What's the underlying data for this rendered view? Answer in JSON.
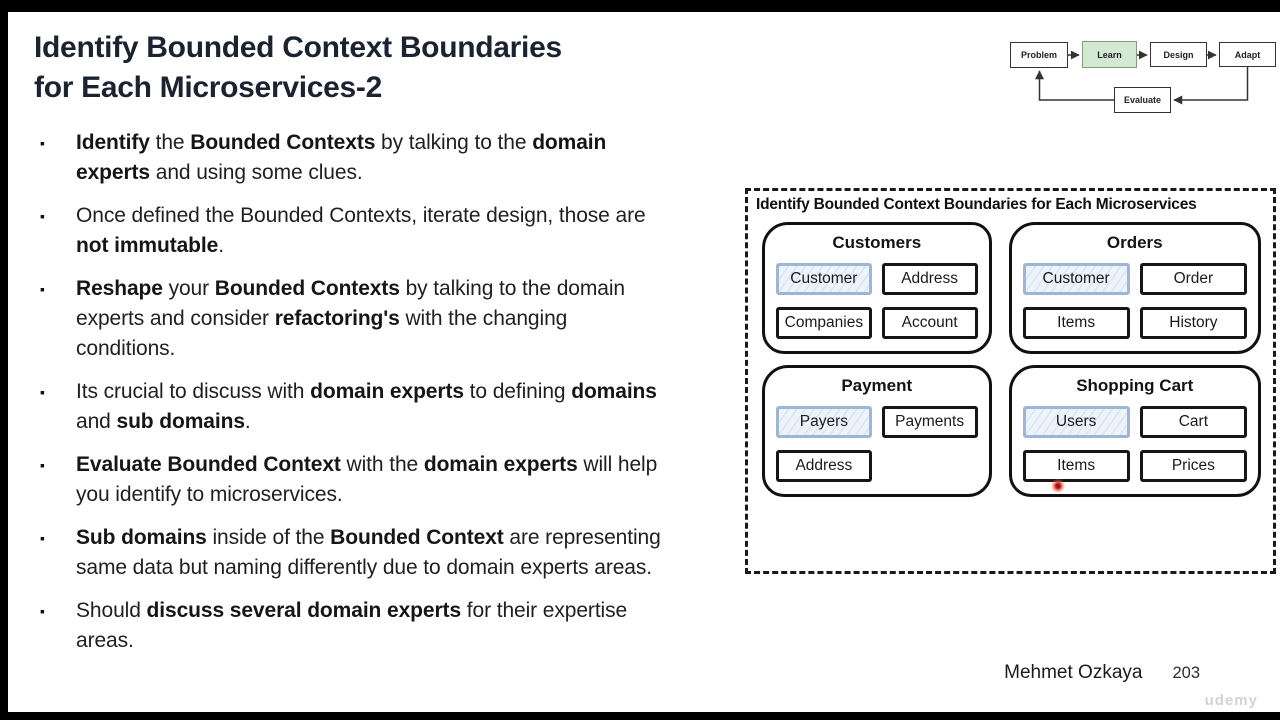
{
  "slide": {
    "title_line1": "Identify Bounded Context Boundaries",
    "title_line2": "for Each Microservices-2",
    "bullet_glyph": "▪",
    "bullets": [
      {
        "segments": [
          {
            "t": "Identify",
            "b": true
          },
          {
            "t": " the ",
            "b": false
          },
          {
            "t": "Bounded Contexts",
            "b": true
          },
          {
            "t": " by talking to the ",
            "b": false
          },
          {
            "t": "domain\nexperts",
            "b": true
          },
          {
            "t": " and using some clues.",
            "b": false
          }
        ]
      },
      {
        "segments": [
          {
            "t": "Once defined the Bounded Contexts, iterate design, those are\n",
            "b": false
          },
          {
            "t": "not immutable",
            "b": true
          },
          {
            "t": ".",
            "b": false
          }
        ]
      },
      {
        "segments": [
          {
            "t": "Reshape",
            "b": true
          },
          {
            "t": " your ",
            "b": false
          },
          {
            "t": "Bounded Contexts",
            "b": true
          },
          {
            "t": " by talking to the domain\nexperts and consider ",
            "b": false
          },
          {
            "t": "refactoring's",
            "b": true
          },
          {
            "t": " with the changing\nconditions.",
            "b": false
          }
        ]
      },
      {
        "segments": [
          {
            "t": "Its crucial to discuss with ",
            "b": false
          },
          {
            "t": "domain experts",
            "b": true
          },
          {
            "t": " to defining ",
            "b": false
          },
          {
            "t": "domains",
            "b": true
          },
          {
            "t": "\nand ",
            "b": false
          },
          {
            "t": "sub domains",
            "b": true
          },
          {
            "t": ".",
            "b": false
          }
        ]
      },
      {
        "segments": [
          {
            "t": "Evaluate Bounded Context",
            "b": true
          },
          {
            "t": " with the ",
            "b": false
          },
          {
            "t": "domain experts",
            "b": true
          },
          {
            "t": " will help\nyou identify to microservices.",
            "b": false
          }
        ]
      },
      {
        "segments": [
          {
            "t": "Sub domains",
            "b": true
          },
          {
            "t": " inside of the ",
            "b": false
          },
          {
            "t": "Bounded Context",
            "b": true
          },
          {
            "t": " are representing\nsame data but naming differently due to domain experts areas.",
            "b": false
          }
        ]
      },
      {
        "segments": [
          {
            "t": "Should ",
            "b": false
          },
          {
            "t": "discuss several domain experts",
            "b": true
          },
          {
            "t": " for their expertise\nareas.",
            "b": false
          }
        ]
      }
    ]
  },
  "flow": {
    "nodes": [
      {
        "label": "Problem",
        "highlighted": false
      },
      {
        "label": "Learn",
        "highlighted": true
      },
      {
        "label": "Design",
        "highlighted": false
      },
      {
        "label": "Adapt",
        "highlighted": false
      },
      {
        "label": "Evaluate",
        "highlighted": false
      }
    ]
  },
  "diagram": {
    "caption": "Identify Bounded Context Boundaries for Each Microservices",
    "contexts": [
      {
        "name": "Customers",
        "items": [
          {
            "label": "Customer",
            "highlighted": true
          },
          {
            "label": "Address",
            "highlighted": false
          },
          {
            "label": "Companies",
            "highlighted": false
          },
          {
            "label": "Account",
            "highlighted": false
          }
        ]
      },
      {
        "name": "Orders",
        "items": [
          {
            "label": "Customer",
            "highlighted": true
          },
          {
            "label": "Order",
            "highlighted": false
          },
          {
            "label": "Items",
            "highlighted": false
          },
          {
            "label": "History",
            "highlighted": false
          }
        ]
      },
      {
        "name": "Payment",
        "items": [
          {
            "label": "Payers",
            "highlighted": true
          },
          {
            "label": "Payments",
            "highlighted": false
          },
          {
            "label": "Address",
            "highlighted": false
          }
        ]
      },
      {
        "name": "Shopping Cart",
        "items": [
          {
            "label": "Users",
            "highlighted": true
          },
          {
            "label": "Cart",
            "highlighted": false
          },
          {
            "label": "Items",
            "highlighted": false
          },
          {
            "label": "Prices",
            "highlighted": false
          }
        ]
      }
    ]
  },
  "footer": {
    "author": "Mehmet Ozkaya",
    "page_number": "203",
    "watermark": "udemy"
  },
  "colors": {
    "learn_fill": "#d5e8d4",
    "learn_border": "#7ba471",
    "highlight_border": "#9db6d6",
    "highlight_fill": "#edf3fa",
    "laser": "#e43b30"
  }
}
